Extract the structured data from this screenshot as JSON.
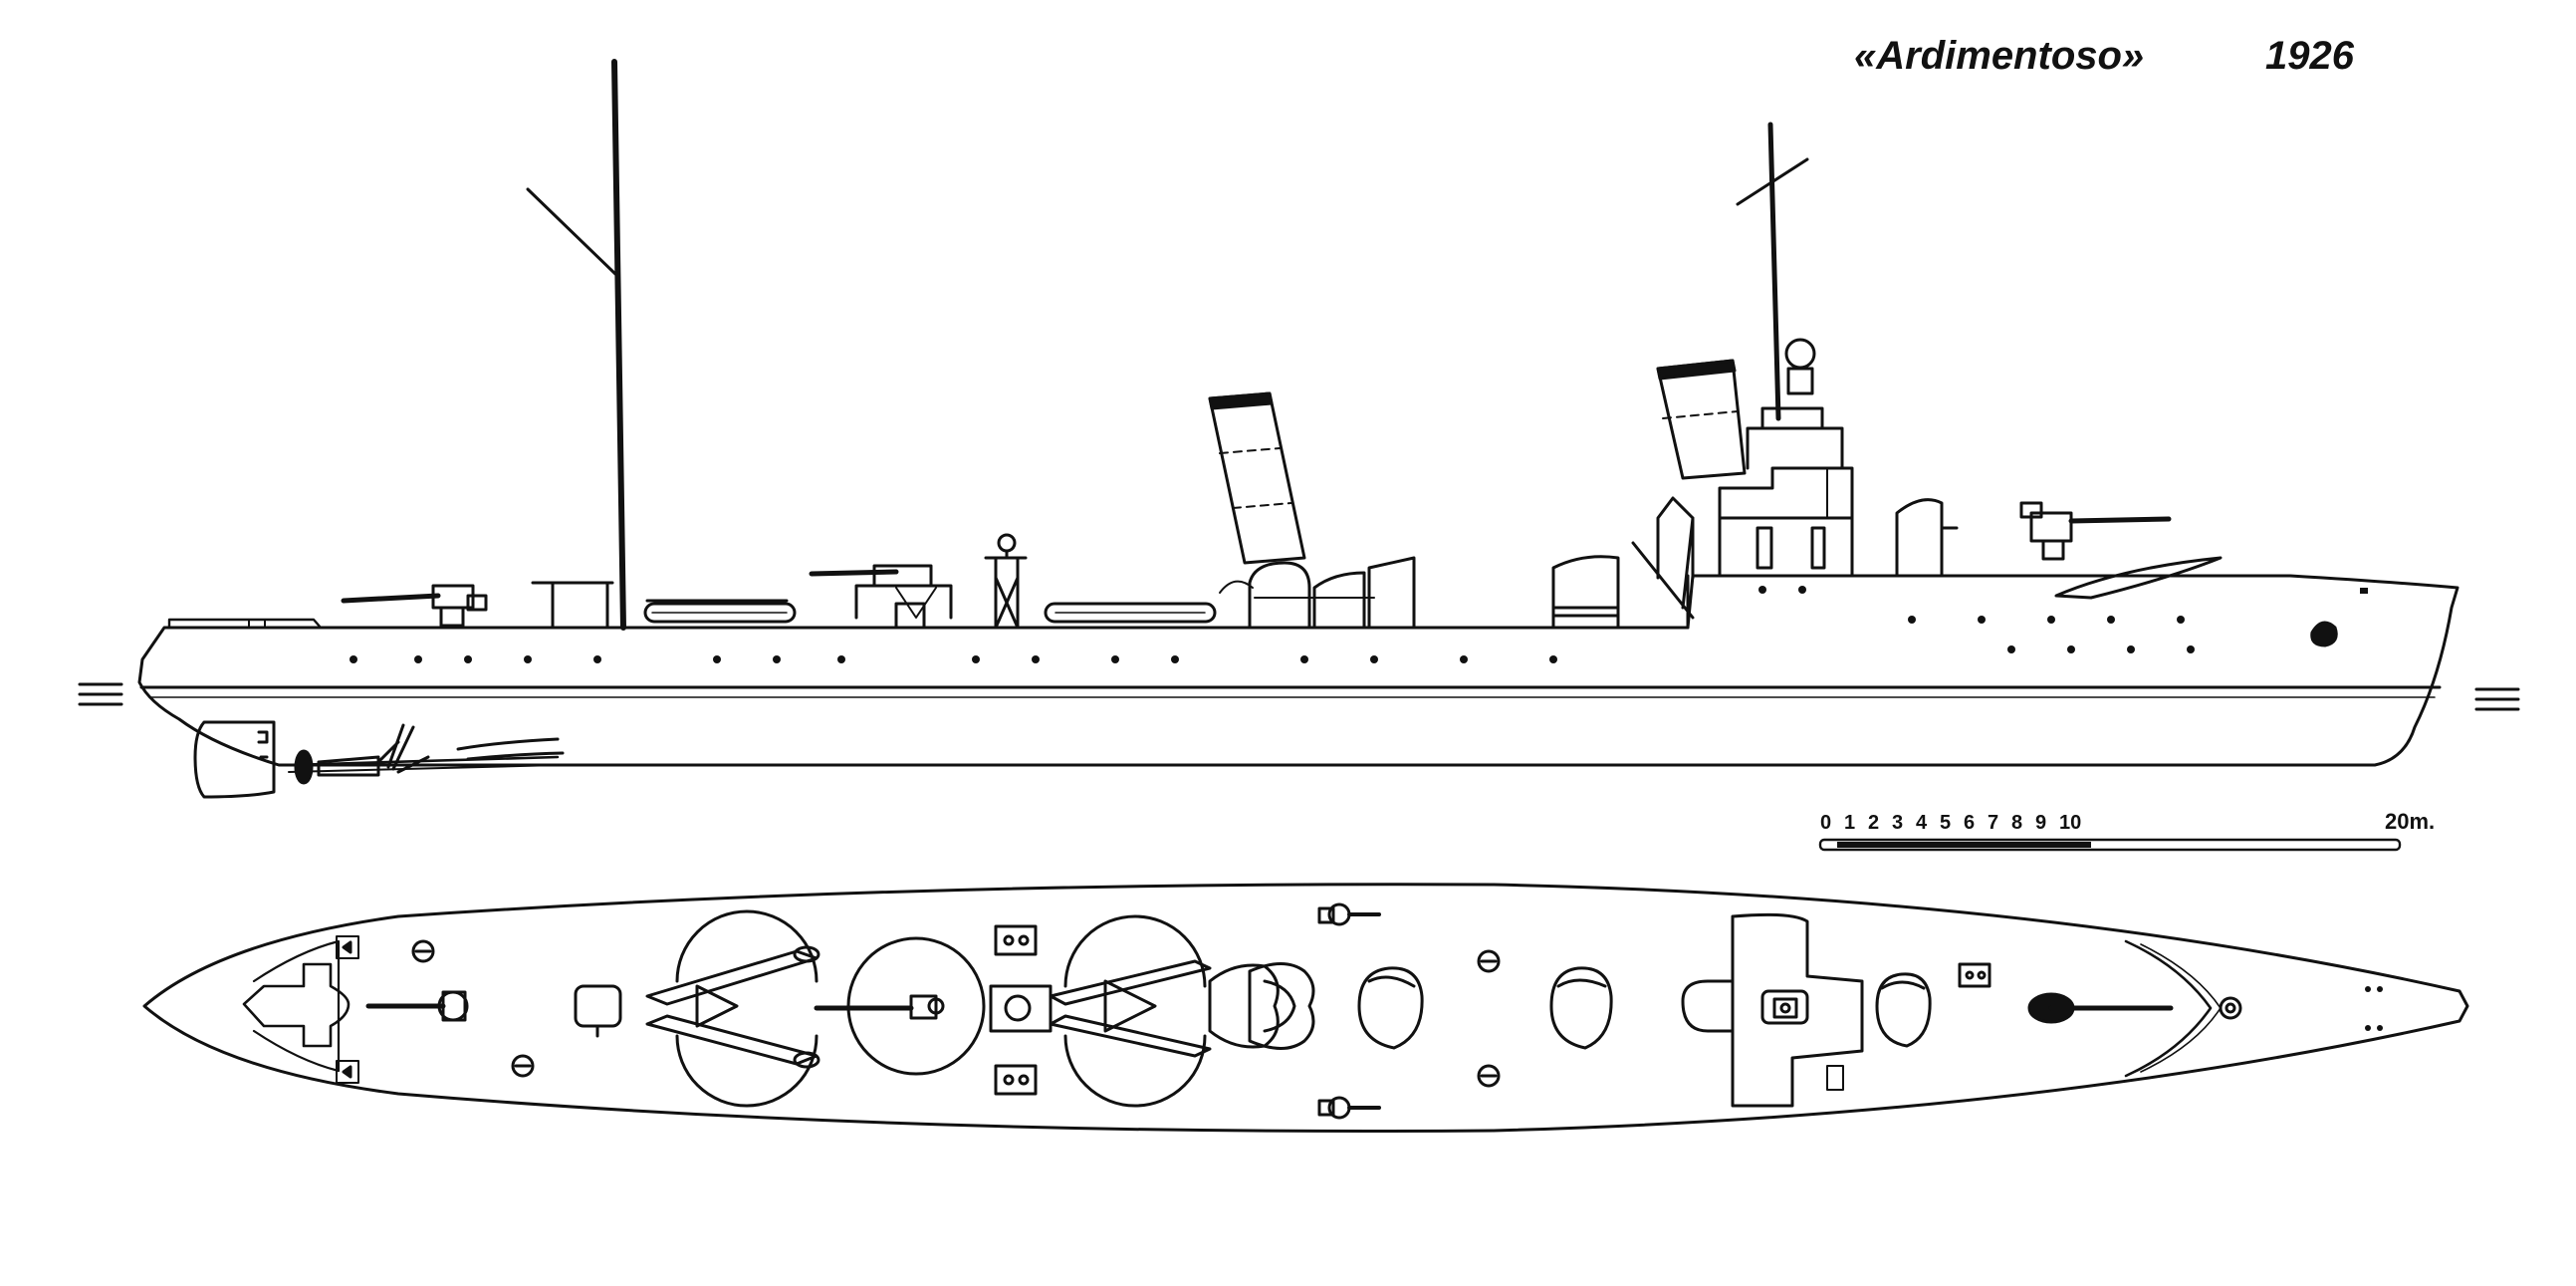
{
  "header": {
    "ship_name": "«Ardimentoso»",
    "year": "1926"
  },
  "scale_bar": {
    "tick_labels": [
      "0",
      "1",
      "2",
      "3",
      "4",
      "5",
      "6",
      "7",
      "8",
      "9",
      "10"
    ],
    "end_label": "20m.",
    "units": "m"
  },
  "colors": {
    "ink": "#111111",
    "paper": "#ffffff"
  }
}
